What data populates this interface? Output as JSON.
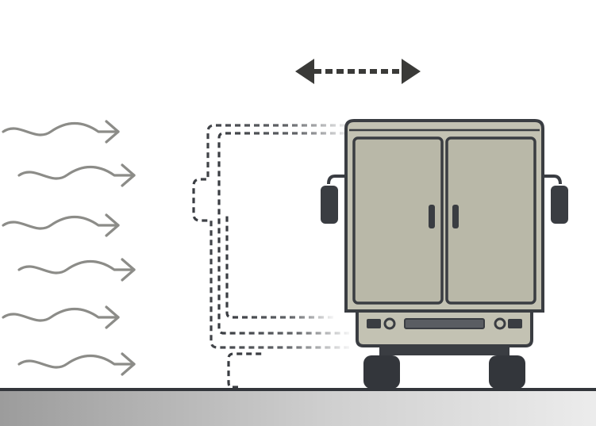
{
  "colors": {
    "background": "#ffffff",
    "wind": "#8c8c88",
    "outline": "#3a3d42",
    "truck_body": "#c3c2b3",
    "truck_door": "#b9b8a8",
    "dark": "#33363b",
    "road_light": "#dcdcdc",
    "road_dark": "#9a9a9a"
  },
  "scene": {
    "wind_arrow_count": 6,
    "sway_trace_count": 3,
    "icons": [
      "wind-arrow-icon",
      "double-arrow-icon",
      "truck-rear-icon",
      "road-surface"
    ]
  }
}
